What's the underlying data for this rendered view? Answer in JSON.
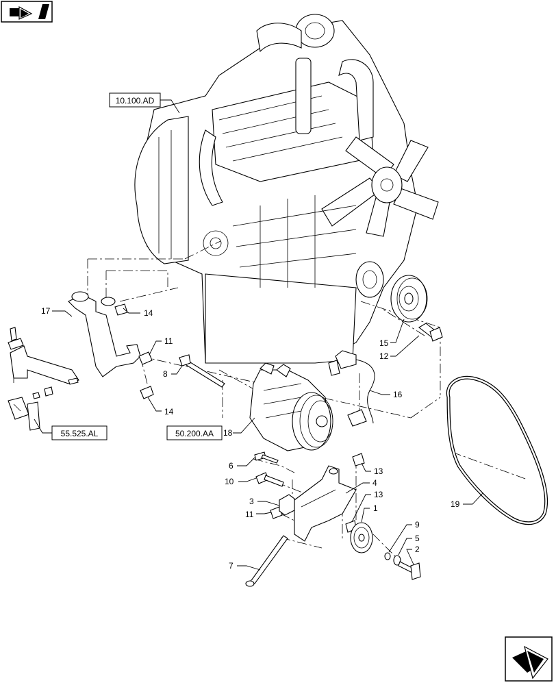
{
  "references": [
    {
      "id": "ref-10100ad",
      "label": "10.100.AD"
    },
    {
      "id": "ref-55525al",
      "label": "55.525.AL"
    },
    {
      "id": "ref-50200aa",
      "label": "50.200.AA"
    }
  ],
  "callouts": {
    "c1": "1",
    "c2": "2",
    "c3": "3",
    "c4": "4",
    "c5": "5",
    "c6": "6",
    "c7": "7",
    "c8": "8",
    "c9": "9",
    "c10": "10",
    "c11a": "11",
    "c11b": "11",
    "c12": "12",
    "c13a": "13",
    "c13b": "13",
    "c14a": "14",
    "c14b": "14",
    "c15": "15",
    "c16": "16",
    "c17": "17",
    "c18": "18",
    "c19": "19"
  },
  "icons": {
    "top_left": "previous-page-arrow-icon",
    "bottom_right": "next-page-arrow-icon"
  }
}
